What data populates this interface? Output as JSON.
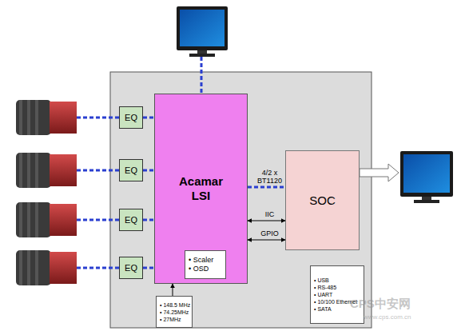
{
  "diagram": {
    "nodes": [
      {
        "text": [
          "EQ"
        ]
      },
      {
        "text": [
          "EQ"
        ]
      },
      {
        "text": [
          "EQ"
        ]
      },
      {
        "text": [
          "EQ"
        ]
      },
      {
        "text": [
          "Acamar LSI"
        ]
      },
      {
        "text": [
          "• Scaler",
          "• OSD"
        ],
        "in": 4
      },
      {
        "text": [
          "SOC"
        ]
      },
      {
        "text": [
          "• 148.5 MHz",
          "• 74.25MHz",
          "• 27MHz"
        ]
      },
      {
        "text": [
          "• USB",
          "• RS-485",
          "• UART",
          "• 10/100 Ethernet",
          "• SATA"
        ]
      }
    ],
    "edges": [
      {
        "from": 0,
        "to": 4,
        "arrow": "none"
      },
      {
        "from": 1,
        "to": 4,
        "arrow": "none"
      },
      {
        "from": 2,
        "to": 4,
        "arrow": "none"
      },
      {
        "from": 3,
        "to": 4,
        "arrow": "none"
      },
      {
        "from": 4,
        "to": 6,
        "label": "4/2 x BT1120",
        "arrow": "none"
      },
      {
        "from": 4,
        "to": 6,
        "label": "IIC",
        "arrow": "both"
      },
      {
        "from": 4,
        "to": 6,
        "label": "GPIO",
        "arrow": "both"
      },
      {
        "from": 7,
        "to": 4,
        "arrow": "to"
      }
    ],
    "labels": [
      "CPS中安网",
      "www.cps.com.cn"
    ]
  }
}
